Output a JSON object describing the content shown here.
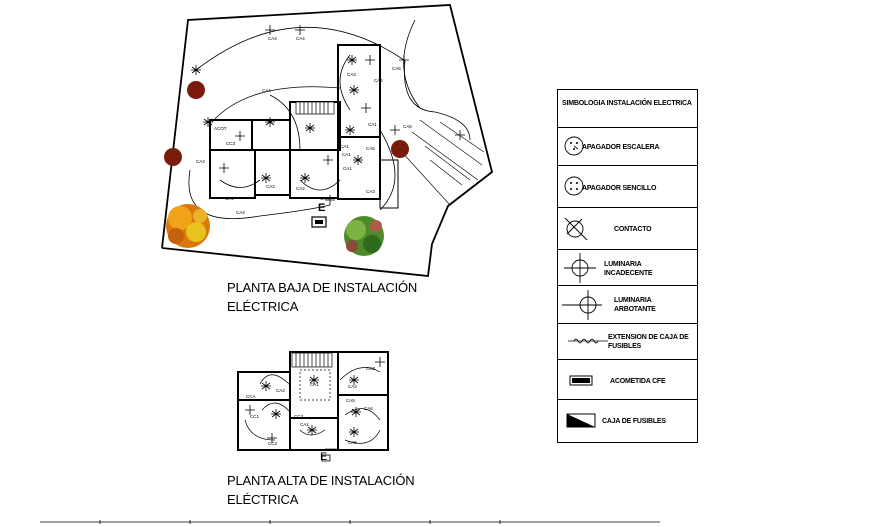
{
  "plans": {
    "ground_caption_line1": "PLANTA BAJA DE INSTALACIÓN",
    "ground_caption_line2": "ELÉCTRICA",
    "upper_caption_line1": "PLANTA ALTA DE INSTALACIÓN",
    "upper_caption_line2": "ELÉCTRICA",
    "entry_mark": "E"
  },
  "legend": {
    "title": "SIMBOLOGIA INSTALACIÓN ELECTRICA",
    "items": [
      {
        "label": "APAGADOR ESCALERA",
        "icon": "stair-switch-icon"
      },
      {
        "label": "APAGADOR SENCILLO",
        "icon": "simple-switch-icon"
      },
      {
        "label": "CONTACTO",
        "icon": "outlet-icon"
      },
      {
        "label": "LUMINARIA INCADECENTE",
        "icon": "incandescent-luminaire-icon"
      },
      {
        "label": "LUMINARIA ARBOTANTE",
        "icon": "wall-luminaire-icon"
      },
      {
        "label": "EXTENSION DE CAJA DE FUSIBLES",
        "icon": "fuse-extension-icon"
      },
      {
        "label": "ACOMETIDA CFE",
        "icon": "cfe-service-icon"
      },
      {
        "label": "CAJA DE FUSIBLES",
        "icon": "fuse-box-icon"
      }
    ]
  }
}
